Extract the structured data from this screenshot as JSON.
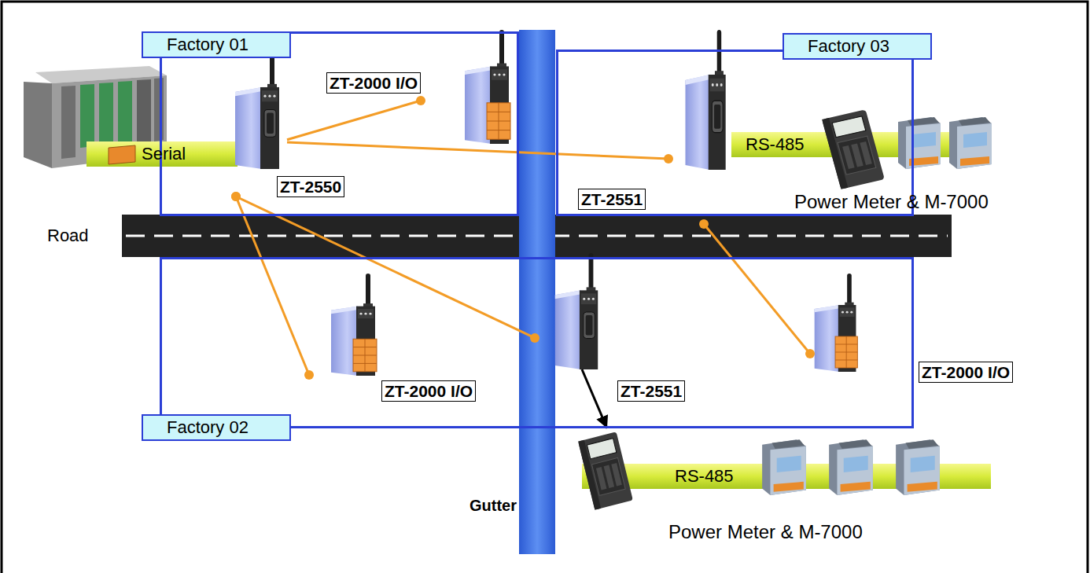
{
  "diagram": {
    "nodes": [
      {
        "text": [
          "Factory 01"
        ]
      },
      {
        "text": [
          "ZT-2000 I/O"
        ],
        "in": 0
      },
      {
        "text": [
          "ZT-2550"
        ],
        "in": 0
      },
      {
        "text": [
          "Serial"
        ]
      },
      {
        "text": [
          "Factory 03"
        ]
      },
      {
        "text": [
          "ZT-2551"
        ],
        "in": 4
      },
      {
        "text": [
          "RS-485"
        ]
      },
      {
        "text": [
          "Factory 02"
        ]
      },
      {
        "text": [
          "ZT-2000 I/O"
        ],
        "in": 7
      },
      {
        "text": [
          "ZT-2551"
        ],
        "in": 7
      },
      {
        "text": [
          "ZT-2000 I/O"
        ],
        "in": 7
      },
      {
        "text": [
          "RS-485"
        ]
      }
    ],
    "edges": [
      {
        "from": 2,
        "to": 1,
        "arrow": "none"
      },
      {
        "from": 2,
        "to": 5,
        "arrow": "none"
      },
      {
        "from": 2,
        "to": 8,
        "arrow": "none"
      },
      {
        "from": 2,
        "to": 9,
        "arrow": "none"
      },
      {
        "from": 5,
        "to": 10,
        "arrow": "none"
      },
      {
        "from": 9,
        "to": 11,
        "arrow": "to"
      }
    ],
    "labels": [
      "Road",
      "Gutter",
      "Power Meter & M-7000",
      "Power Meter & M-7000"
    ]
  }
}
